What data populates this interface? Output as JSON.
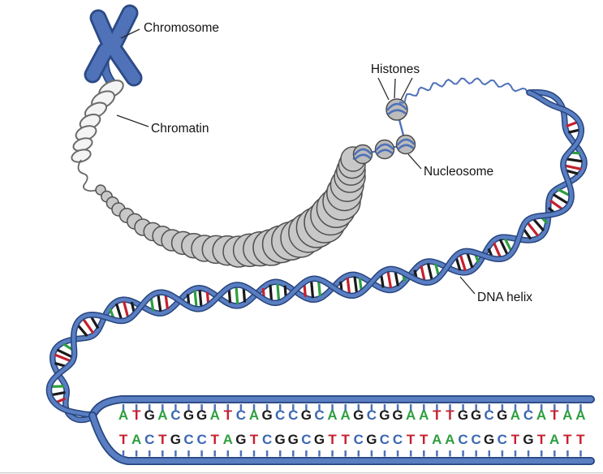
{
  "figure": {
    "labels": {
      "chromosome": "Chromosome",
      "chromatin": "Chromatin",
      "histones": "Histones",
      "nucleosome": "Nucleosome",
      "dna_helix": "DNA helix"
    },
    "sequence": {
      "top_strand": "ATGACGGATCAGCCGCAAGCGGAATTGGCGACATAA",
      "bottom_strand": "TACTGCCTAGTCGGCGTTCGCCTTAACCGCTGTATT",
      "base_colors": {
        "A": "#2e9e3f",
        "T": "#c5202e",
        "G": "#1b1b1b",
        "C": "#3a67b1"
      }
    },
    "colors": {
      "dna_strand": "#4f72b8",
      "dna_strand_light": "#5a7ec2",
      "dna_strand_dark": "#27457e",
      "chromosome_fill": "#4f72b8",
      "chromosome_outline": "#2b4a86",
      "bead_fill": "#c8c8c8",
      "bead_stroke": "#515151",
      "nucleosome_fill": "#bcbcbc",
      "chromatin_fill": "#f4f4f4",
      "chromatin_stroke": "#6b6b6b",
      "rung_colors": [
        "#c5202e",
        "#1a1a1a",
        "#2e9e3f",
        "#1a1a1a"
      ]
    }
  }
}
